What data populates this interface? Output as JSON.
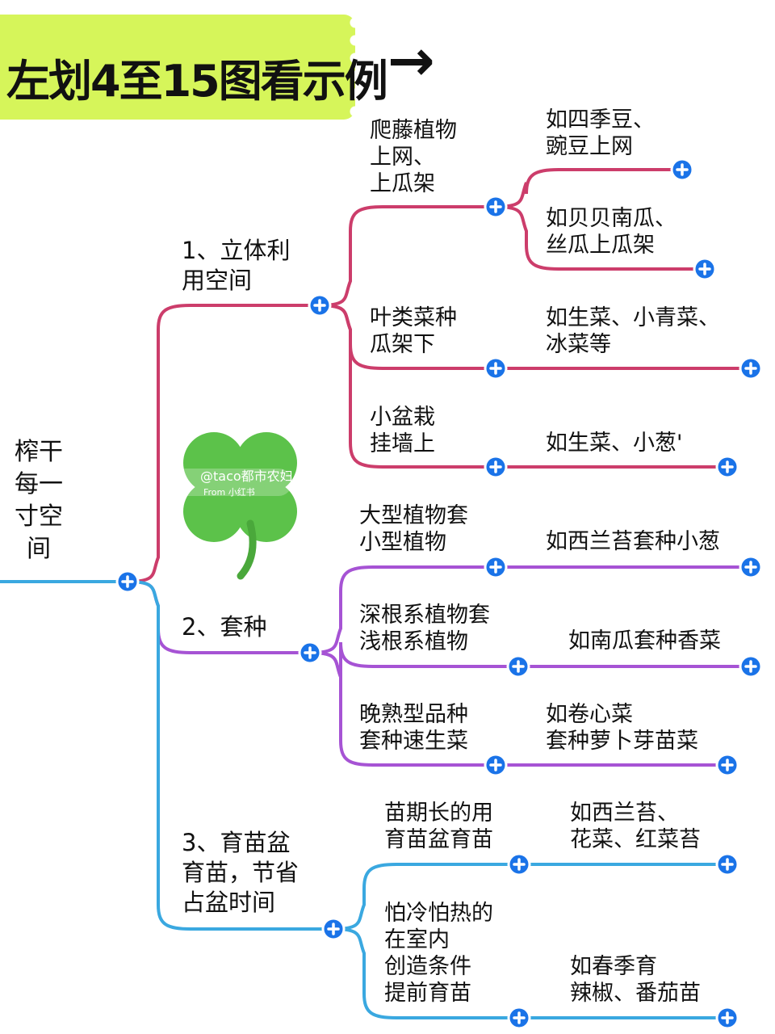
{
  "header": {
    "title": "左划4至15图看示例",
    "arrow": "→"
  },
  "watermark": {
    "handle": "@taco都市农妇",
    "from": "From 小红书"
  },
  "colors": {
    "branch1": "#cc3d6b",
    "branch2": "#a653d4",
    "branch3": "#3aa8e0",
    "node": "#1a73e8",
    "banner": "#d6f55a",
    "clover": "#5cc24a"
  },
  "mindmap": {
    "root": "榨干\n每一\n寸空\n间",
    "branches": [
      {
        "label": "1、立体利\n  用空间",
        "children": [
          {
            "label": "爬藤植物\n上网、\n上瓜架",
            "examples": [
              "如四季豆、\n豌豆上网",
              "如贝贝南瓜、\n丝瓜上瓜架"
            ]
          },
          {
            "label": "叶类菜种\n瓜架下",
            "examples": [
              "如生菜、小青菜、\n冰菜等"
            ]
          },
          {
            "label": "小盆栽\n挂墙上",
            "examples": [
              "如生菜、小葱'"
            ]
          }
        ]
      },
      {
        "label": "2、套种",
        "children": [
          {
            "label": "大型植物套\n小型植物",
            "examples": [
              "如西兰苔套种小葱"
            ]
          },
          {
            "label": "深根系植物套\n浅根系植物",
            "examples": [
              "如南瓜套种香菜"
            ]
          },
          {
            "label": "晚熟型品种\n套种速生菜",
            "examples": [
              "如卷心菜\n套种萝卜芽苗菜"
            ]
          }
        ]
      },
      {
        "label": "3、育苗盆\n育苗，节省\n占盆时间",
        "children": [
          {
            "label": "苗期长的用\n育苗盆育苗",
            "examples": [
              "如西兰苔、\n花菜、红菜苔"
            ]
          },
          {
            "label": "怕冷怕热的\n在室内\n创造条件\n提前育苗",
            "examples": [
              "如春季育\n辣椒、番茄苗"
            ]
          }
        ]
      }
    ]
  }
}
